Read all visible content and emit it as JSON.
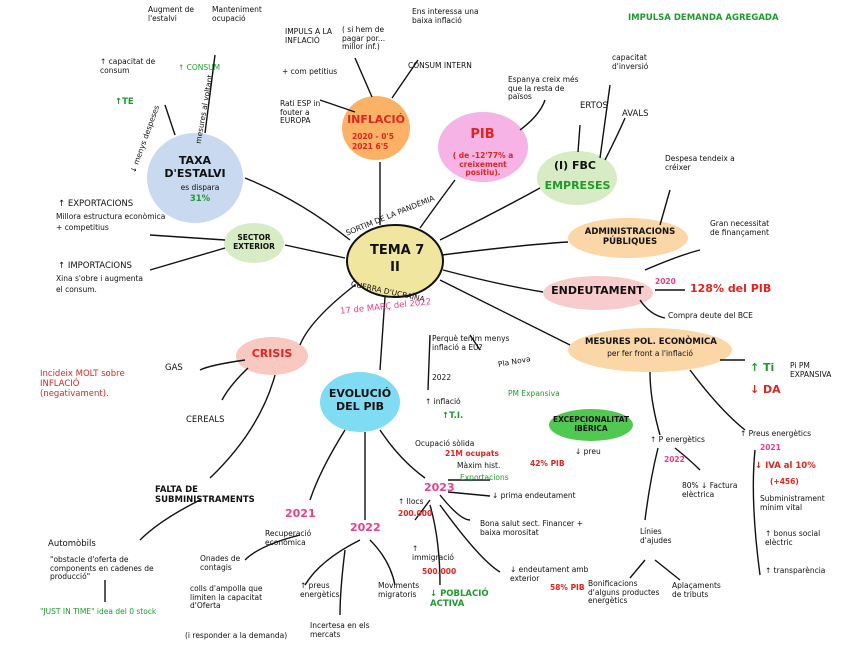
{
  "center": {
    "title": "TEMA 7",
    "number": "II",
    "arc_top": "SORTIM DE LA PANDÈMIA",
    "arc_bottom": "GUERRA D'UCRAÏNA",
    "date": "17 de MARÇ del 2022"
  },
  "taxa": {
    "title": "TAXA D'ESTALVI",
    "subtitle": "es dispara",
    "value": "31%",
    "te": "↑TE",
    "left_branch": "Augment de l'estalvi",
    "right_branch": "Manteniment ocupació",
    "capacitat": "↑ capacitat de consum",
    "consum": "↑ CONSUM",
    "menys_desp": "↓ menys despeses",
    "mesures": "mesures al voltant"
  },
  "inflacio": {
    "title": "INFLACIÓ",
    "y2020": "2020 - 0'5",
    "y2021": "2021  6'5",
    "impuls": "IMPULS A LA INFLACIÓ",
    "paren": "( si hem de pagar por... millor inf.)",
    "consum": "+ com petitius",
    "rati": "Rati ESP in fouter a EUROPA",
    "consum_intern": "CONSUM INTERN",
    "increm": "Ens interessa una baixa inflació"
  },
  "pib": {
    "title": "PIB",
    "detail": "( de -12'77% a creixement positiu)."
  },
  "fbc": {
    "title": "(I) FBC",
    "sub": "EMPRESES",
    "espanya": "Espanya creix més que la resta de països",
    "ertos": "ERTOS",
    "avals": "AVALS",
    "capacitat": "capacitat d'inversió",
    "demanda": "IMPULSA DEMANDA AGREGADA"
  },
  "admin": {
    "title": "ADMINISTRACIONS PÚBLIQUES",
    "despesa": "Despesa tendeix a créixer",
    "finan": "Gran necessitat de finançament"
  },
  "endeut": {
    "title": "ENDEUTAMENT",
    "year": "2020",
    "pct": "128% del PIB",
    "bce": "Compra deute del BCE"
  },
  "sector": {
    "title": "SECTOR EXTERIOR",
    "exports": "↑ EXPORTACIONS",
    "exports_det1": "Millora estructura econòmica",
    "exports_det2": "+ competitius",
    "imports": "↑ IMPORTACIONS",
    "imports_det1": "Xina s'obre i augmenta",
    "imports_det2": "el consum."
  },
  "mesures": {
    "title": "MESURES POL. ECONÒMICA",
    "sub": "per fer front a l'inflació",
    "ti": "↑ Ti",
    "da": "↓ DA",
    "pm": "Pi PM EXPANSIVA",
    "pm_line2": "expansiva",
    "preus": "↑ Preus energètics",
    "y2021": "2021",
    "iva": "↓ IVA al 10%",
    "plus": "(+456)",
    "subm": "Subministrament mínim vital",
    "bonus": "↑ bonus social elèctric",
    "transp": "↑ transparència",
    "penerg": "↑ P energètics",
    "y2022": "2022",
    "factura": "80% ↓ Factura elèctrica",
    "linies": "Línies d'ajudes",
    "bonif": "Bonificacions d'alguns productes energètics",
    "aplaz": "Aplaçaments de tributs"
  },
  "excep": {
    "title": "EXCEPCIONALITAT IBÈRICA",
    "preu": "↓ preu"
  },
  "inflq": {
    "q": "Perquè tenim menys inflació a EU?",
    "plus": "Pla Nova",
    "y2022": "2022",
    "infl": "↑ inflació",
    "ti": "↑T.I.",
    "pm": "PM Expansiva"
  },
  "crisis": {
    "title": "CRISIS",
    "gas": "GAS",
    "cereals": "CEREALS",
    "incid": "Incideix MOLT sobre INFLACIÓ (negativament)."
  },
  "evol": {
    "title": "EVOLUCIÓ DEL PIB",
    "y2021": "2021",
    "y2022": "2022",
    "y2023": "2023",
    "recup": "Recuperació econòmica",
    "onades": "Onades de contagis",
    "colls": "colls d'ampolla que limiten la capacitat d'Oferta",
    "resp": "(i responder a la demanda)",
    "preus": "↑ preus energètics",
    "mov": "Moviments migratoris",
    "incert": "Incertesa en els mercats",
    "ocup": "Ocupació sòlida",
    "ocup2": "21M ocupats",
    "maxim": "Màxim hist.",
    "pct": "42% PIB",
    "exports": "Exportacions",
    "prima": "↓ prima endeutament",
    "llocs": "↑ llocs",
    "llocs_n": "200.000",
    "bona": "Bona salut sect. Financer + baixa morositat",
    "immig": "↑ immigració",
    "immig_n": "500.000",
    "pob": "↓ POBLACIÓ ACTIVA",
    "endeut": "↓ endeutament amb exterior",
    "endeut_pct": "58% PIB"
  },
  "falta": {
    "title": "FALTA DE SUBMINISTRAMENTS",
    "auto": "Automòbils",
    "obst": "\"obstacle d'oferta de components en cadenes de producció\"",
    "jit": "\"JUST IN TIME\" idea del 0 stock"
  },
  "colors": {
    "taxa": "#c9d9f0",
    "inflacio": "#fbb266",
    "pib": "#f5b3e6",
    "fbc": "#d7ecc4",
    "admin": "#fbd6a6",
    "endeut": "#f8cccc",
    "sector": "#d7ecc4",
    "mesures": "#fbd6a6",
    "crisis": "#f7c9c0",
    "evol": "#7fdcf3",
    "excep": "#4fc94f",
    "center": "#f1e6a0"
  }
}
